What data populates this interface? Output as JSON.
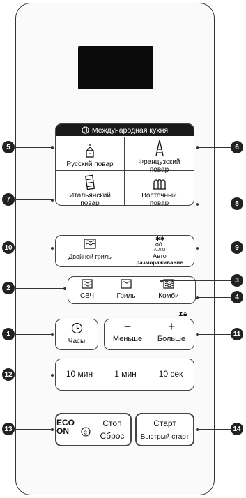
{
  "header": {
    "international": "Международная кухня"
  },
  "intl_cells": {
    "russian": "Русский повар",
    "french_l1": "Французский",
    "french_l2": "повар",
    "italian_l1": "Итальянский",
    "italian_l2": "повар",
    "eastern_l1": "Восточный",
    "eastern_l2": "повар"
  },
  "grill_row": {
    "double_grill": "Двойной гриль",
    "auto_small": "AUTO",
    "auto": "Авто",
    "defrost": "размораживание"
  },
  "mode_row": {
    "microwave": "СВЧ",
    "grill": "Гриль",
    "combi": "Комби"
  },
  "clock_row": {
    "clock": "Часы",
    "minus": "−",
    "less": "Меньше",
    "plus": "+",
    "more": "Больше"
  },
  "time_row": {
    "ten_min": "10 мин",
    "one_min": "1 мин",
    "ten_sec": "10 сек"
  },
  "bottom_row": {
    "eco_1": "ECO",
    "eco_2": "ON",
    "stop": "Стоп",
    "reset": "Сброс",
    "start": "Старт",
    "quick_start": "Быстрый старт"
  },
  "callouts": {
    "c1": "1",
    "c2": "2",
    "c3": "3",
    "c4": "4",
    "c5": "5",
    "c6": "6",
    "c7": "7",
    "c8": "8",
    "c9": "9",
    "c10": "10",
    "c11": "11",
    "c12": "12",
    "c13": "13",
    "c14": "14"
  },
  "icons": [
    "globe-icon",
    "russian-dome-icon",
    "eiffel-tower-icon",
    "leaning-tower-icon",
    "mosque-icon",
    "grill-wave-icon",
    "snowflake-drop-icon",
    "microwave-icon",
    "grill-icon",
    "combi-icon",
    "clock-icon",
    "hourglass-lock-icon",
    "eco-leaf-icon"
  ]
}
